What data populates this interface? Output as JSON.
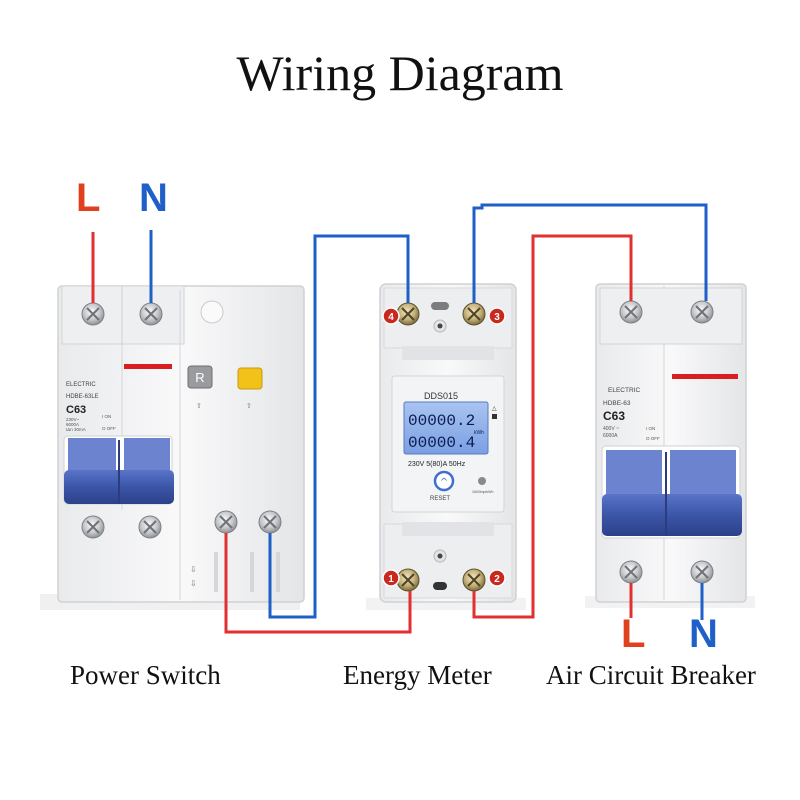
{
  "title": "Wiring Diagram",
  "labels": {
    "top_left_line": "L",
    "top_left_neutral": "N",
    "bottom_right_line": "L",
    "bottom_right_neutral": "N"
  },
  "captions": {
    "power_switch": "Power Switch",
    "energy_meter": "Energy Meter",
    "breaker": "Air Circuit Breaker"
  },
  "power_switch": {
    "brand": "ELECTRIC",
    "model": "HDBE-63LE",
    "rating": "C63",
    "specs_line1": "230V~",
    "specs_line2": "6000A",
    "specs_line3": "IΔn 30mA",
    "on_label": "I ON",
    "off_label": "O OFF",
    "reset_button": "R"
  },
  "meter": {
    "model": "DDS015",
    "display_line1": "00000.2",
    "display_line2": "00000.4",
    "unit": "kWh",
    "rating": "230V 5(80)A 50Hz",
    "reset": "RESET",
    "imp": "1600imp/kWh",
    "terminals": [
      "1",
      "2",
      "3",
      "4"
    ]
  },
  "breaker": {
    "brand": "ELECTRIC",
    "model": "HDBE-63",
    "rating": "C63",
    "specs_line1": "400V ~",
    "specs_line2": "6000A",
    "on_label": "I ON",
    "off_label": "O OFF"
  },
  "colors": {
    "line_wire": "#e03030",
    "neutral_wire": "#1f5fc8",
    "label_red": "#e0401e",
    "label_blue": "#1f5fc8",
    "handle_blue": "#3b55a8",
    "lcd_blue": "#8fb1ea"
  }
}
